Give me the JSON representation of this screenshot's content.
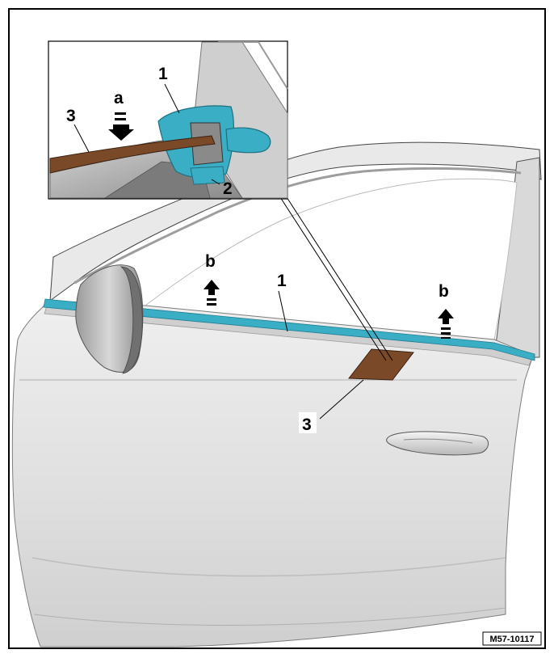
{
  "figure": {
    "reference_code": "M57-10117",
    "callouts": {
      "main_trim_strip": "1",
      "main_tool_wedge": "3",
      "main_arrow_b_left": "b",
      "main_arrow_b_right": "b",
      "detail_trim_strip": "1",
      "detail_clip": "2",
      "detail_tool_wedge": "3",
      "detail_arrow_a": "a"
    },
    "colors": {
      "trim_strip": "#3aaec4",
      "trim_strip_dark": "#1f7f93",
      "tool_wedge": "#7a4a28",
      "door_body": "#e4e4e4",
      "door_shade": "#c9c9c9",
      "outline": "#000000"
    }
  }
}
